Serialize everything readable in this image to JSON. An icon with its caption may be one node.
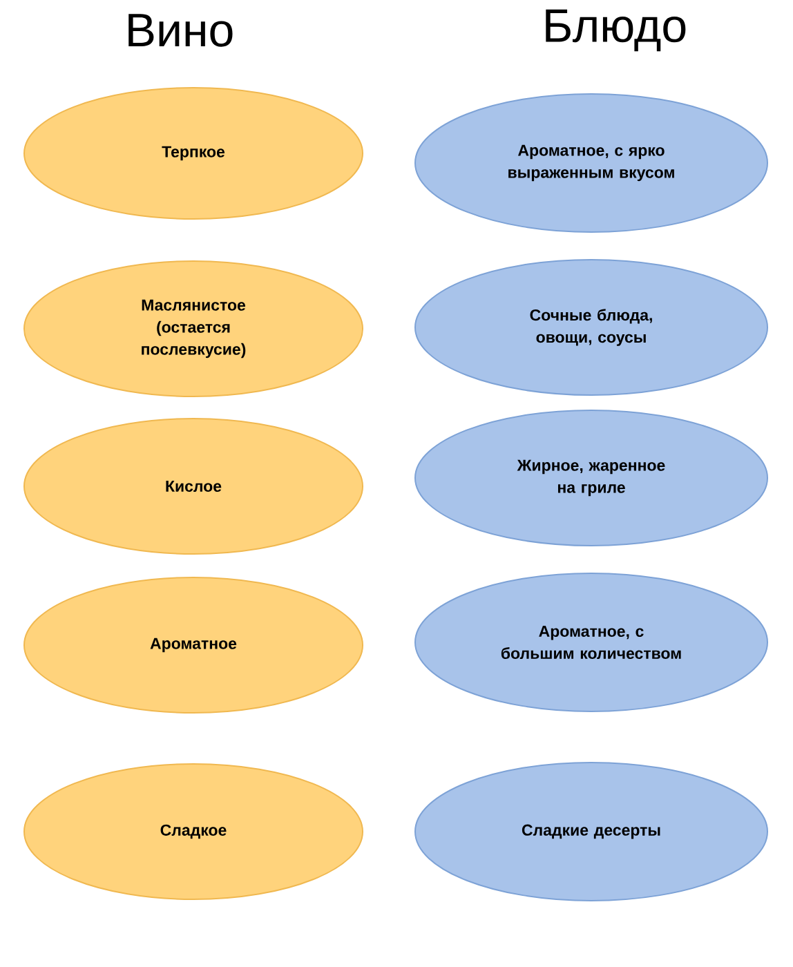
{
  "diagram": {
    "nodes": [
      {
        "text": [
          "Терпкое"
        ]
      },
      {
        "text": [
          "Ароматное, с ярко выраженным вкусом"
        ]
      },
      {
        "text": [
          "Маслянистое (остается послевкусие)"
        ]
      },
      {
        "text": [
          "Сочные блюда, овощи, соусы"
        ]
      },
      {
        "text": [
          "Кислое"
        ]
      },
      {
        "text": [
          "Жирное, жаренное на гриле"
        ]
      },
      {
        "text": [
          "Ароматное"
        ]
      },
      {
        "text": [
          "Ароматное, с большим количеством"
        ]
      },
      {
        "text": [
          "Сладкое"
        ]
      },
      {
        "text": [
          "Сладкие десерты"
        ]
      }
    ],
    "labels": [
      "Вино",
      "Блюдо"
    ]
  }
}
